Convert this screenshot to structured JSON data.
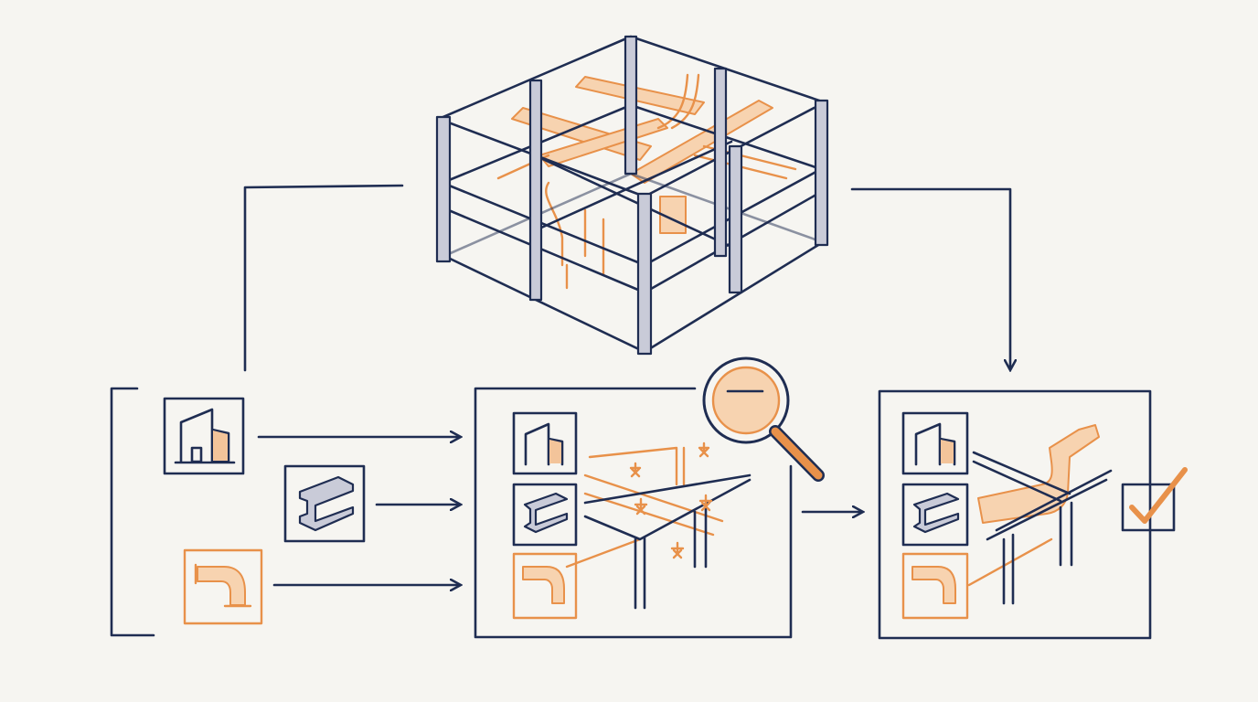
{
  "diagram": {
    "colors": {
      "primary": "#1f2d52",
      "accent": "#e8914a",
      "accent_fill": "#f7d3b0",
      "background": "#f6f5f1"
    },
    "nodes": [
      {
        "id": "combined-model",
        "icon": "isometric-building-frame-with-ducts"
      },
      {
        "id": "architecture-model",
        "icon": "building-icon"
      },
      {
        "id": "structure-model",
        "icon": "steel-beam-icon"
      },
      {
        "id": "mep-model",
        "icon": "pipe-elbow-icon"
      },
      {
        "id": "clash-detection",
        "icon": "magnifier-icon",
        "markers": "clash-burst-icon"
      },
      {
        "id": "resolved-model",
        "icon": "checkmark-icon"
      }
    ]
  }
}
